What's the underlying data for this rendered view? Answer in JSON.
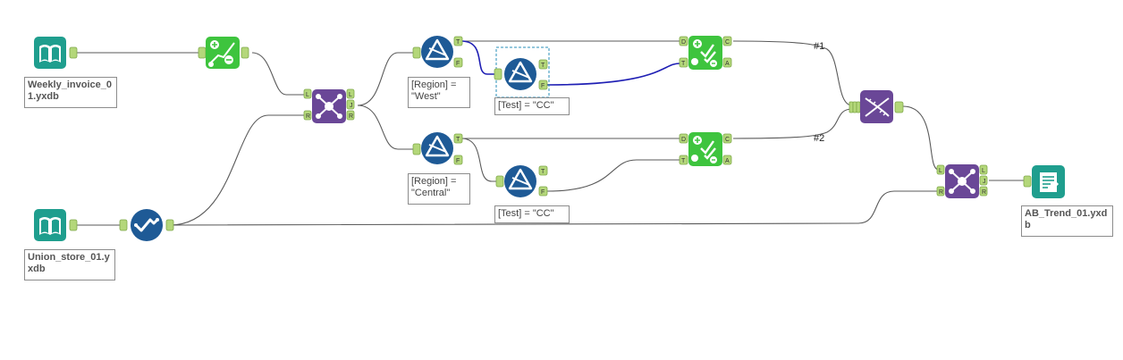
{
  "workflow": {
    "tools": {
      "input1": {
        "icon": "input-data-book-icon",
        "label": "Weekly_invoice_0\n1.yxdb"
      },
      "input2": {
        "icon": "input-data-book-icon",
        "label": "Union_store_01.y\nxdb"
      },
      "trend": {
        "icon": "trend-ab-analysis-icon"
      },
      "select": {
        "icon": "select-check-icon"
      },
      "join1": {
        "icon": "join-icon"
      },
      "join2": {
        "icon": "join-icon"
      },
      "filter_west": {
        "icon": "filter-triangle-icon",
        "label": "[Region] =\n\"West\""
      },
      "filter_central": {
        "icon": "filter-triangle-icon",
        "label": "[Region] =\n\"Central\""
      },
      "filter_cc1": {
        "icon": "filter-triangle-icon",
        "label": "[Test] = \"CC\""
      },
      "filter_cc2": {
        "icon": "filter-triangle-icon",
        "label": "[Test] = \"CC\""
      },
      "abcontrol1": {
        "icon": "ab-controls-icon"
      },
      "abcontrol2": {
        "icon": "ab-controls-icon"
      },
      "union": {
        "icon": "union-dna-icon"
      },
      "output": {
        "icon": "output-data-icon",
        "label": "AB_Trend_01.yxd\nb"
      }
    },
    "anchors": {
      "L": "L",
      "R": "R",
      "J": "J",
      "T": "T",
      "F": "F",
      "D": "D",
      "C": "C",
      "A": "A"
    },
    "connection_labels": {
      "c1": "#1",
      "c2": "#2"
    },
    "colors": {
      "input_teal": "#1f9e8e",
      "green_tool": "#3ec43e",
      "join_purple": "#6a4797",
      "filter_blue": "#1e5a96",
      "anchor_green": "#b4d77a",
      "selected_wire": "#1f1fb4"
    }
  }
}
